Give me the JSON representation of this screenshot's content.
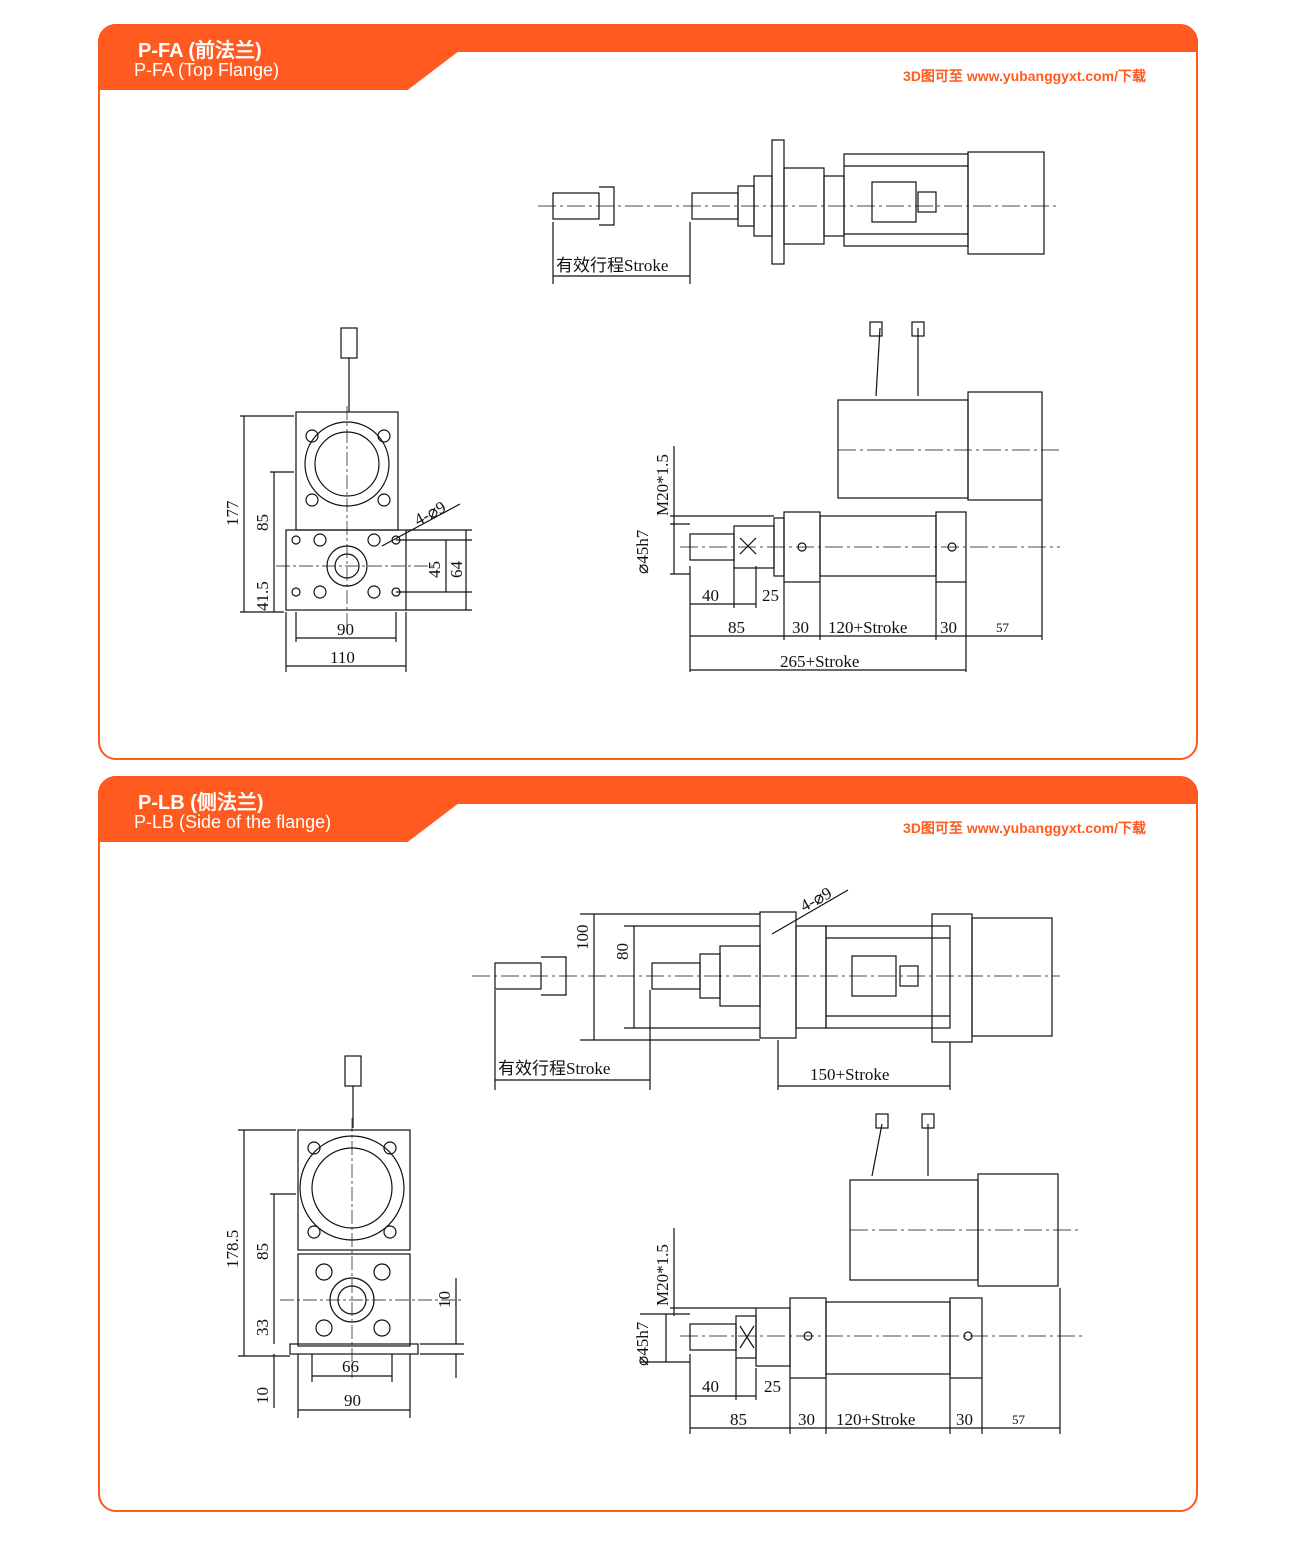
{
  "fa": {
    "title_cn": "P-FA (前法兰)",
    "title_en": "P-FA (Top Flange)",
    "download": "3D图可至 www.yubanggyxt.com/下载",
    "stroke_label": "有效行程Stroke",
    "dims": {
      "d177": "177",
      "d85": "85",
      "d41_5": "41.5",
      "d45": "45",
      "d64": "64",
      "d90": "90",
      "d110": "110",
      "holes": "4-⌀9",
      "thread": "M20*1.5",
      "shaft": "⌀45h7",
      "s40": "40",
      "s25": "25",
      "s85": "85",
      "s30a": "30",
      "s120": "120+Stroke",
      "s30b": "30",
      "s57": "57",
      "s265": "265+Stroke"
    }
  },
  "lb": {
    "title_cn": "P-LB (侧法兰)",
    "title_en": "P-LB (Side of the flange)",
    "download": "3D图可至 www.yubanggyxt.com/下载",
    "stroke_label": "有效行程Stroke",
    "dims": {
      "holes": "4-⌀9",
      "d100": "100",
      "d80": "80",
      "s150": "150+Stroke",
      "d178_5": "178.5",
      "d85": "85",
      "d33": "33",
      "d10a": "10",
      "d10b": "10",
      "d66": "66",
      "d90": "90",
      "thread": "M20*1.5",
      "shaft": "⌀45h7",
      "s40": "40",
      "s25": "25",
      "s85": "85",
      "s30a": "30",
      "s120": "120+Stroke",
      "s30b": "30",
      "s57": "57"
    }
  },
  "colors": {
    "accent": "#ff5a1f",
    "line": "#111111"
  }
}
